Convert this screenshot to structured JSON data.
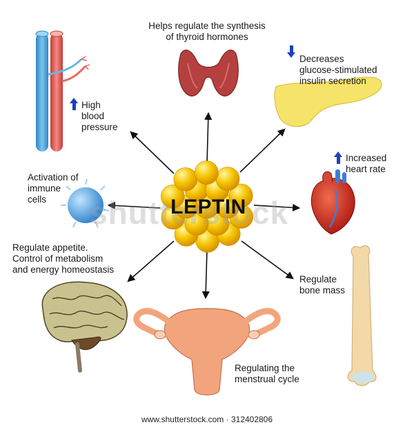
{
  "center": {
    "label": "LEPTIN"
  },
  "effects": {
    "thyroid": {
      "lines": [
        "Helps regulate the synthesis",
        "of thyroid hormones"
      ]
    },
    "pancreas": {
      "lines": [
        "Decreases",
        "glucose-stimulated",
        "insulin secretion"
      ],
      "direction": "down"
    },
    "blood_pressure": {
      "lines": [
        "High",
        "blood",
        "pressure"
      ],
      "direction": "up"
    },
    "heart": {
      "lines": [
        "Increased",
        "heart rate"
      ],
      "direction": "up"
    },
    "immune": {
      "lines": [
        "Activation of",
        "immune",
        "cells"
      ]
    },
    "brain": {
      "lines": [
        "Regulate appetite.",
        "Control of metabolism",
        "and energy homeostasis"
      ]
    },
    "bone": {
      "lines": [
        "Regulate",
        "bone mass"
      ]
    },
    "uterus": {
      "lines": [
        "Regulating the",
        "menstrual cycle"
      ]
    }
  },
  "watermark": {
    "text": "shutterstock"
  },
  "footer": {
    "text": "www.shutterstock.com · 312402806"
  },
  "colors": {
    "direction_arrow": "#1f3fbf",
    "leptin_ball": "#f5c400",
    "vein": "#4aa3d8",
    "artery": "#e25a55",
    "thyroid": "#b4403f",
    "pancreas": "#f6e36a",
    "heart": "#c8281e",
    "immune_cell": "#3f9be0",
    "brain": "#c9c28e",
    "bone": "#f3d9a7",
    "uterus": "#f2a57c"
  }
}
